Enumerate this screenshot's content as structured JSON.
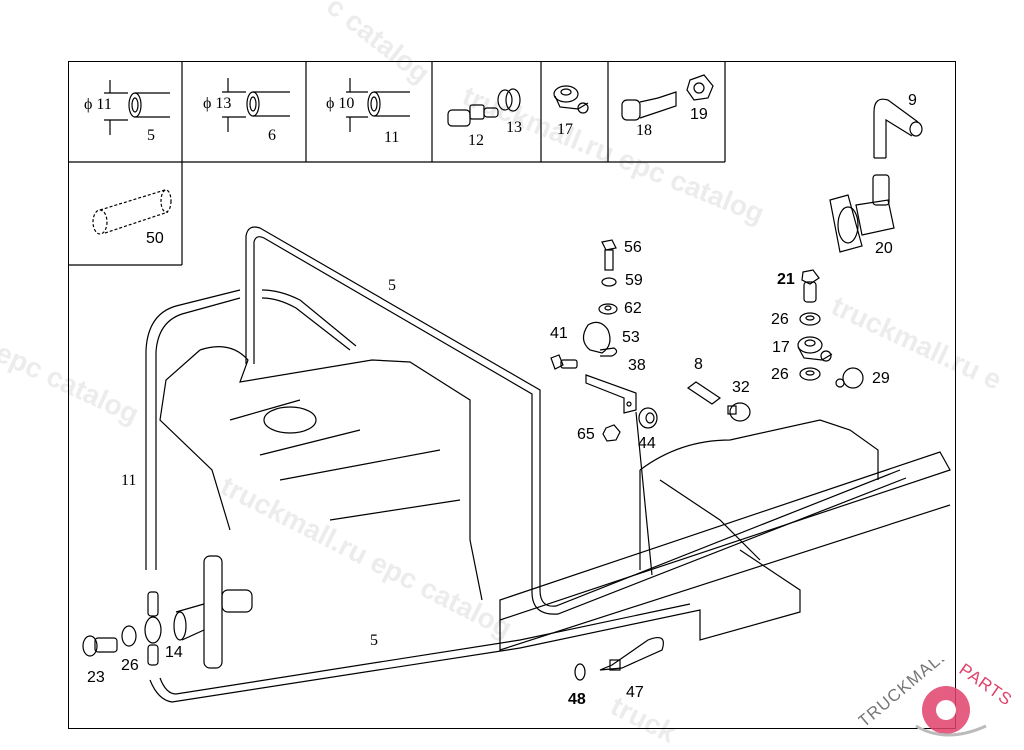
{
  "diagram": {
    "type": "exploded parts diagram",
    "subject": "fuel / breather hose routing with tank and frame rail"
  },
  "legend_boxes": [
    {
      "id": "box-hose-5",
      "diameter_label": "ϕ 11",
      "part": "5"
    },
    {
      "id": "box-hose-6",
      "diameter_label": "ϕ 13",
      "part": "6"
    },
    {
      "id": "box-hose-11",
      "diameter_label": "ϕ 10",
      "part": "11"
    },
    {
      "id": "box-12-13",
      "parts": [
        "12",
        "13"
      ]
    },
    {
      "id": "box-17",
      "parts": [
        "17"
      ]
    },
    {
      "id": "box-18-19",
      "parts": [
        "18",
        "19"
      ]
    },
    {
      "id": "box-50",
      "parts": [
        "50"
      ]
    }
  ],
  "callouts": {
    "c5_top": "5",
    "c5_bottom": "5",
    "c9": "9",
    "c20": "20",
    "c11": "11",
    "c56": "56",
    "c59": "59",
    "c62": "62",
    "c41": "41",
    "c53": "53",
    "c38": "38",
    "c65": "65",
    "c44": "44",
    "c8": "8",
    "c32": "32",
    "c21": "21",
    "c26a": "26",
    "c17": "17",
    "c26b": "26",
    "c29": "29",
    "c23": "23",
    "c26c": "26",
    "c14": "14",
    "c48": "48",
    "c47": "47"
  },
  "watermarks": {
    "w1": "c catalog",
    "w2": "truckmall.ru epc catalog",
    "w3": "l epc catalog",
    "w4": "truckmall.ru epc catalog",
    "w5": "truckmall.ru e",
    "w6": "truck"
  },
  "logo": {
    "text_left": "TRUCKMALL",
    "text_right": "PARTS",
    "accent_color": "#e0416a",
    "text_color": "#777777"
  }
}
